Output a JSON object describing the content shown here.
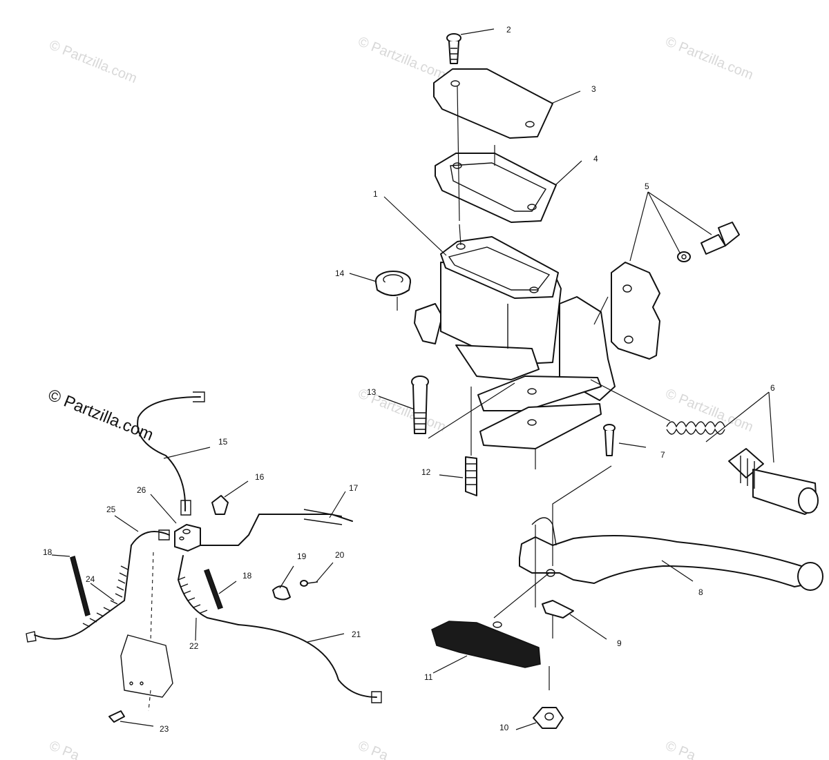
{
  "watermark": {
    "main": "© Partzilla.com",
    "faint": "© Partzilla.com",
    "faint_cut": "© Pa"
  },
  "callouts": [
    "1",
    "2",
    "3",
    "4",
    "5",
    "6",
    "7",
    "8",
    "9",
    "10",
    "11",
    "12",
    "13",
    "14",
    "15",
    "16",
    "17",
    "18",
    "18",
    "19",
    "20",
    "21",
    "22",
    "23",
    "24",
    "25",
    "26"
  ],
  "colors": {
    "line": "#111111",
    "paper": "#ffffff",
    "watermark": "#d8d8d8"
  }
}
